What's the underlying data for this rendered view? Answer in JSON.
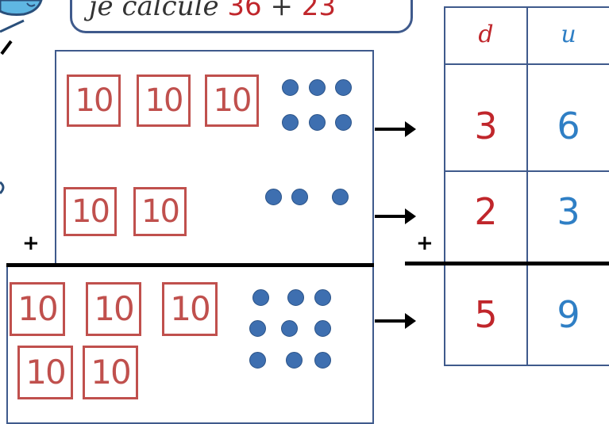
{
  "bubble": {
    "prefix": "je calcule",
    "n1": "36",
    "op": "+",
    "n2": "23"
  },
  "colors": {
    "tens": "#c0262b",
    "units": "#2f7fc5",
    "dot": "#3e6fb0",
    "box_border": "#c0504d",
    "frame": "#3f5a8c"
  },
  "rows": [
    {
      "tens_label": "10",
      "tens_count": 3,
      "units_count": 6
    },
    {
      "tens_label": "10",
      "tens_count": 2,
      "units_count": 3
    },
    {
      "tens_label": "10",
      "tens_count": 5,
      "units_count": 9
    }
  ],
  "plus_sign": "+",
  "table": {
    "header_tens": "d",
    "header_units": "u",
    "rows": [
      {
        "d": "3",
        "u": "6"
      },
      {
        "d": "2",
        "u": "3"
      },
      {
        "d": "5",
        "u": "9"
      }
    ]
  },
  "icons": [
    "bird-icon",
    "arrow-right-icon"
  ]
}
